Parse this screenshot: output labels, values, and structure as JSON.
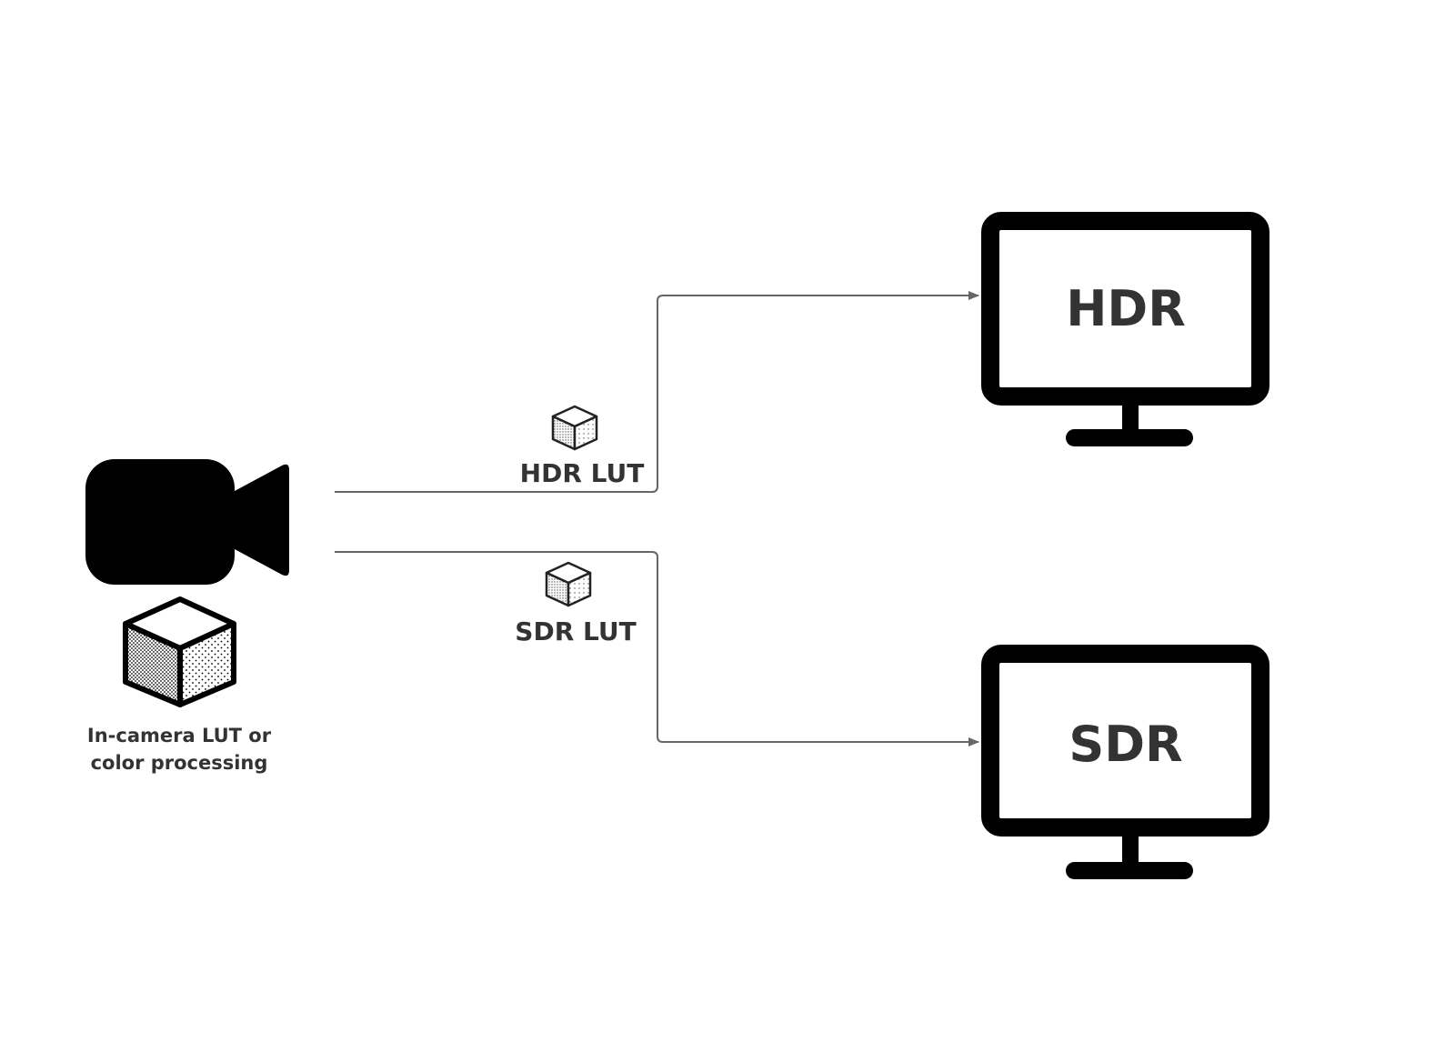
{
  "colors": {
    "background": "#ffffff",
    "ink": "#000000",
    "text": "#333333",
    "connector": "#666666"
  },
  "source": {
    "icon": "video-camera-icon",
    "lut_icon": "lut-cube-icon",
    "caption_line1": "In-camera LUT or",
    "caption_line2": "color processing"
  },
  "branches": [
    {
      "lut_label": "HDR LUT",
      "lut_icon": "lut-cube-icon",
      "display_label": "HDR",
      "display_icon": "monitor-icon"
    },
    {
      "lut_label": "SDR LUT",
      "lut_icon": "lut-cube-icon",
      "display_label": "SDR",
      "display_icon": "monitor-icon"
    }
  ]
}
